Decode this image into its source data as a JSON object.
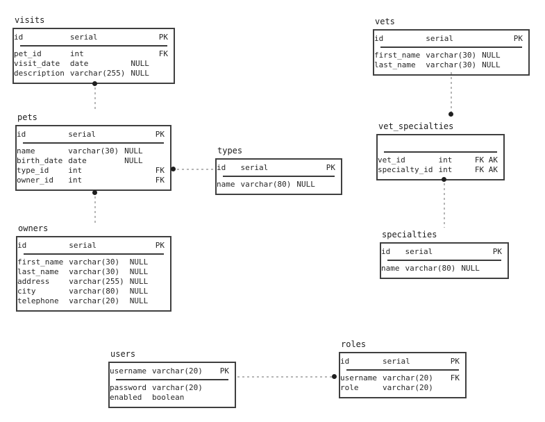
{
  "colors": {
    "type_green": "#5aa402",
    "type_blue": "#2e8bc9",
    "type_orange": "#ef8300",
    "text": "#262626",
    "box_border": "#3f3f3f",
    "relationship_line": "#b5b5b5",
    "relationship_dot": "#1f1f1f",
    "background": "#ffffff"
  },
  "tables": [
    {
      "id": "visits",
      "name": "visits",
      "key_rows": [
        {
          "name": "id",
          "type": "serial",
          "type_color": "green",
          "nullable": "",
          "key": "PK",
          "key_color": "dark"
        }
      ],
      "rows": [
        {
          "name": "pet_id",
          "name_fk": true,
          "type": "int",
          "type_color": "green",
          "nullable": "",
          "key": "FK",
          "key_color": "blue"
        },
        {
          "name": "visit_date",
          "type": "date",
          "type_color": "blue",
          "nullable": "NULL",
          "key": ""
        },
        {
          "name": "description",
          "type": "varchar(255)",
          "type_color": "orange",
          "nullable": "NULL",
          "key": ""
        }
      ]
    },
    {
      "id": "pets",
      "name": "pets",
      "key_rows": [
        {
          "name": "id",
          "type": "serial",
          "type_color": "green",
          "nullable": "",
          "key": "PK",
          "key_color": "dark"
        }
      ],
      "rows": [
        {
          "name": "name",
          "type": "varchar(30)",
          "type_color": "orange",
          "nullable": "NULL",
          "key": ""
        },
        {
          "name": "birth_date",
          "type": "date",
          "type_color": "blue",
          "nullable": "NULL",
          "key": ""
        },
        {
          "name": "type_id",
          "name_fk": true,
          "type": "int",
          "type_color": "green",
          "nullable": "",
          "key": "FK",
          "key_color": "blue"
        },
        {
          "name": "owner_id",
          "name_fk": true,
          "type": "int",
          "type_color": "green",
          "nullable": "",
          "key": "FK",
          "key_color": "blue"
        }
      ]
    },
    {
      "id": "owners",
      "name": "owners",
      "key_rows": [
        {
          "name": "id",
          "type": "serial",
          "type_color": "green",
          "nullable": "",
          "key": "PK",
          "key_color": "dark"
        }
      ],
      "rows": [
        {
          "name": "first_name",
          "type": "varchar(30)",
          "type_color": "orange",
          "nullable": "NULL",
          "key": ""
        },
        {
          "name": "last_name",
          "type": "varchar(30)",
          "type_color": "orange",
          "nullable": "NULL",
          "key": ""
        },
        {
          "name": "address",
          "type": "varchar(255)",
          "type_color": "orange",
          "nullable": "NULL",
          "key": ""
        },
        {
          "name": "city",
          "type": "varchar(80)",
          "type_color": "orange",
          "nullable": "NULL",
          "key": ""
        },
        {
          "name": "telephone",
          "type": "varchar(20)",
          "type_color": "orange",
          "nullable": "NULL",
          "key": ""
        }
      ]
    },
    {
      "id": "types",
      "name": "types",
      "key_rows": [
        {
          "name": "id",
          "type": "serial",
          "type_color": "green",
          "nullable": "",
          "key": "PK",
          "key_color": "dark"
        }
      ],
      "rows": [
        {
          "name": "name",
          "type": "varchar(80)",
          "type_color": "orange",
          "nullable": "NULL",
          "key": ""
        }
      ]
    },
    {
      "id": "vets",
      "name": "vets",
      "key_rows": [
        {
          "name": "id",
          "type": "serial",
          "type_color": "green",
          "nullable": "",
          "key": "PK",
          "key_color": "dark"
        }
      ],
      "rows": [
        {
          "name": "first_name",
          "type": "varchar(30)",
          "type_color": "orange",
          "nullable": "NULL",
          "key": ""
        },
        {
          "name": "last_name",
          "type": "varchar(30)",
          "type_color": "orange",
          "nullable": "NULL",
          "key": ""
        }
      ]
    },
    {
      "id": "vet_specialties",
      "name": "vet_specialties",
      "key_rows": [],
      "rows": [
        {
          "name": "vet_id",
          "name_fk": true,
          "type": "int",
          "type_color": "green",
          "nullable": "",
          "key": "FK AK",
          "key_color": "blue"
        },
        {
          "name": "specialty_id",
          "name_fk": true,
          "type": "int",
          "type_color": "green",
          "nullable": "",
          "key": "FK AK",
          "key_color": "blue"
        }
      ]
    },
    {
      "id": "specialties",
      "name": "specialties",
      "key_rows": [
        {
          "name": "id",
          "type": "serial",
          "type_color": "green",
          "nullable": "",
          "key": "PK",
          "key_color": "dark"
        }
      ],
      "rows": [
        {
          "name": "name",
          "type": "varchar(80)",
          "type_color": "orange",
          "nullable": "NULL",
          "key": ""
        }
      ]
    },
    {
      "id": "users",
      "name": "users",
      "key_rows": [
        {
          "name": "username",
          "type": "varchar(20)",
          "type_color": "orange",
          "nullable": "",
          "key": "PK",
          "key_color": "dark"
        }
      ],
      "rows": [
        {
          "name": "password",
          "type": "varchar(20)",
          "type_color": "orange",
          "nullable": "",
          "key": ""
        },
        {
          "name": "enabled",
          "type": "boolean",
          "type_color": "green",
          "nullable": "",
          "key": ""
        }
      ]
    },
    {
      "id": "roles",
      "name": "roles",
      "key_rows": [
        {
          "name": "id",
          "type": "serial",
          "type_color": "green",
          "nullable": "",
          "key": "PK",
          "key_color": "dark"
        }
      ],
      "rows": [
        {
          "name": "username",
          "name_fk": true,
          "type": "varchar(20)",
          "type_color": "orange",
          "nullable": "",
          "key": "FK",
          "key_color": "blue"
        },
        {
          "name": "role",
          "type": "varchar(20)",
          "type_color": "orange",
          "nullable": "",
          "key": ""
        }
      ]
    }
  ],
  "relationships": [
    {
      "from": "visits.pet_id",
      "to": "pets.id"
    },
    {
      "from": "pets.type_id",
      "to": "types.id"
    },
    {
      "from": "pets.owner_id",
      "to": "owners.id"
    },
    {
      "from": "vet_specialties.vet_id",
      "to": "vets.id"
    },
    {
      "from": "vet_specialties.specialty_id",
      "to": "specialties.id"
    },
    {
      "from": "roles.username",
      "to": "users.username"
    }
  ]
}
